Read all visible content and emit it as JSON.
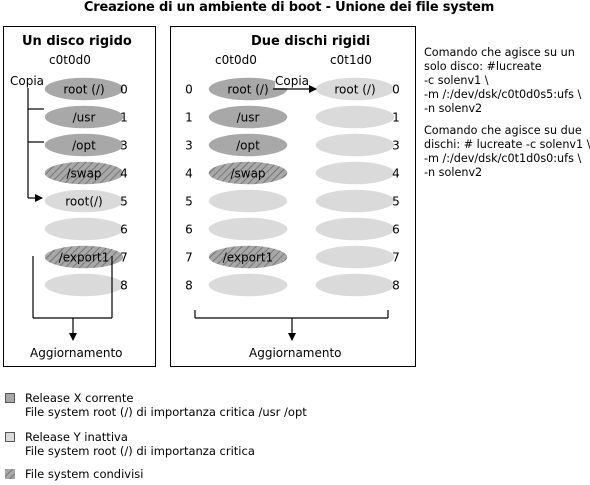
{
  "title": "Creazione di un ambiente di boot - Unione dei file system",
  "colors": {
    "dark": "#a8a8a8",
    "light": "#dadada",
    "hatch": "#a8a8a8",
    "stroke": "#000000"
  },
  "panel1": {
    "title": "Un disco rigido",
    "disk": "c0t0d0",
    "copy_label": "Copia",
    "upgrade_label": "Aggiornamento",
    "slices": [
      {
        "label": "root (/)",
        "num": "0",
        "kind": "dark"
      },
      {
        "label": "/usr",
        "num": "1",
        "kind": "dark"
      },
      {
        "label": "/opt",
        "num": "3",
        "kind": "dark"
      },
      {
        "label": "/swap",
        "num": "4",
        "kind": "hatch"
      },
      {
        "label": "root(/)",
        "num": "5",
        "kind": "light"
      },
      {
        "label": "",
        "num": "6",
        "kind": "light"
      },
      {
        "label": "/export1",
        "num": "7",
        "kind": "hatch"
      },
      {
        "label": "",
        "num": "8",
        "kind": "light"
      }
    ]
  },
  "panel2": {
    "title": "Due dischi rigidi",
    "disk_a": "c0t0d0",
    "disk_b": "c0t1d0",
    "copy_label": "Copia",
    "upgrade_label": "Aggiornamento",
    "slices_a": [
      {
        "label": "root (/)",
        "num": "0",
        "kind": "dark"
      },
      {
        "label": "/usr",
        "num": "1",
        "kind": "dark"
      },
      {
        "label": "/opt",
        "num": "3",
        "kind": "dark"
      },
      {
        "label": "/swap",
        "num": "4",
        "kind": "hatch"
      },
      {
        "label": "",
        "num": "5",
        "kind": "light"
      },
      {
        "label": "",
        "num": "6",
        "kind": "light"
      },
      {
        "label": "/export1",
        "num": "7",
        "kind": "hatch"
      },
      {
        "label": "",
        "num": "8",
        "kind": "light"
      }
    ],
    "slices_b": [
      {
        "label": "root (/)",
        "num": "0",
        "kind": "light"
      },
      {
        "label": "",
        "num": "1",
        "kind": "light"
      },
      {
        "label": "",
        "num": "3",
        "kind": "light"
      },
      {
        "label": "",
        "num": "4",
        "kind": "light"
      },
      {
        "label": "",
        "num": "5",
        "kind": "light"
      },
      {
        "label": "",
        "num": "6",
        "kind": "light"
      },
      {
        "label": "",
        "num": "7",
        "kind": "light"
      },
      {
        "label": "",
        "num": "8",
        "kind": "light"
      }
    ]
  },
  "commands": [
    [
      "Comando che agisce su un",
      "solo disco: #lucreate",
      "-c solenv1 \\",
      "-m /:/dev/dsk/c0t0d0s5:ufs \\",
      "-n solenv2"
    ],
    [
      "Comando che agisce su due",
      "dischi: # lucreate -c solenv1 \\",
      "-m /:/dev/dsk/c0t1d0s0:ufs \\",
      "-n solenv2"
    ]
  ],
  "legend": [
    {
      "kind": "dark",
      "lines": [
        "Release X corrente",
        "File system root (/) di importanza critica /usr /opt"
      ]
    },
    {
      "kind": "light",
      "lines": [
        "Release Y inattiva",
        "File system root (/) di importanza critica"
      ]
    },
    {
      "kind": "hatch",
      "lines": [
        "File system condivisi"
      ]
    }
  ]
}
